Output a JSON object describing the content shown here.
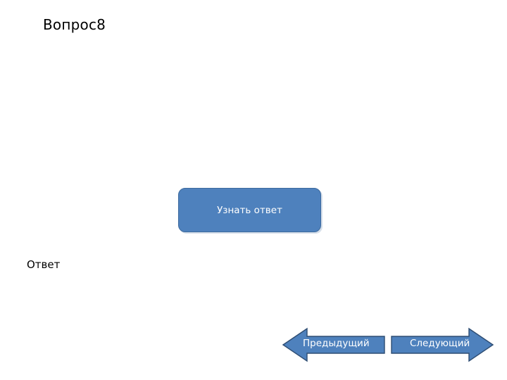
{
  "slide": {
    "title": "Вопрос8",
    "answer_label": "Ответ",
    "background_color": "#ffffff"
  },
  "reveal": {
    "label": "Узнать ответ",
    "fill_color": "#4e81bd",
    "border_color": "#3d6a9e",
    "text_color": "#ffffff"
  },
  "navigation": {
    "previous": {
      "label": "Предыдущий",
      "direction": "left",
      "fill_color": "#4e81bd",
      "border_color": "#2e4d73",
      "text_color": "#ffffff"
    },
    "next": {
      "label": "Следующий",
      "direction": "right",
      "fill_color": "#4e81bd",
      "border_color": "#2e4d73",
      "text_color": "#ffffff"
    }
  }
}
